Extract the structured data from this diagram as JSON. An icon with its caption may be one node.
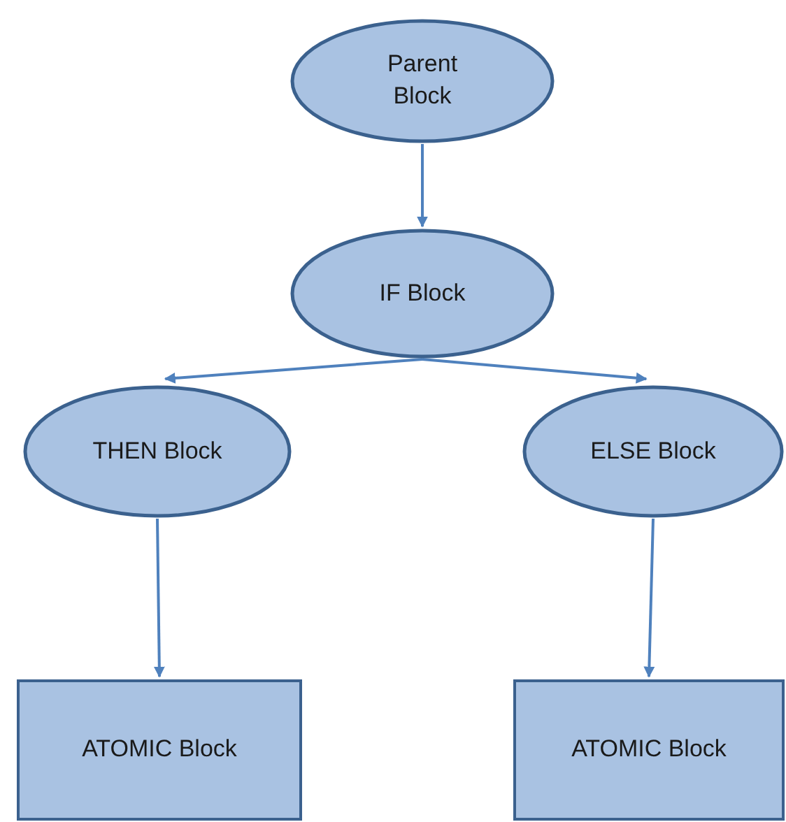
{
  "diagram": {
    "nodes": [
      {
        "text": [
          "Parent Block"
        ]
      },
      {
        "text": [
          "IF Block"
        ]
      },
      {
        "text": [
          "THEN Block"
        ]
      },
      {
        "text": [
          "ELSE Block"
        ]
      },
      {
        "text": [
          "ATOMIC Block"
        ]
      },
      {
        "text": [
          "ATOMIC Block"
        ]
      }
    ],
    "edges": [
      {
        "from": 0,
        "to": 1,
        "arrow": "to"
      },
      {
        "from": 1,
        "to": 2,
        "arrow": "to"
      },
      {
        "from": 1,
        "to": 3,
        "arrow": "to"
      },
      {
        "from": 2,
        "to": 4,
        "arrow": "to"
      },
      {
        "from": 3,
        "to": 5,
        "arrow": "to"
      }
    ]
  }
}
